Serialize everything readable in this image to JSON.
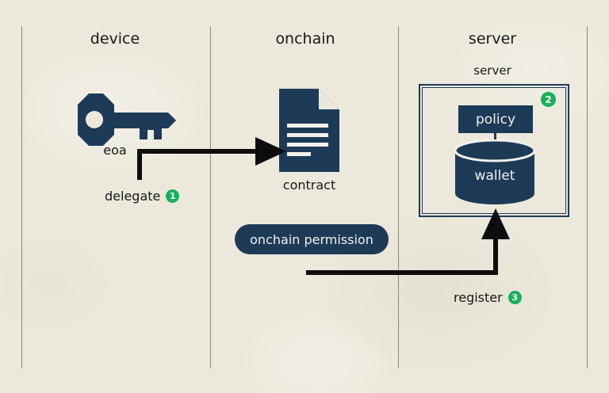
{
  "diagram": {
    "background_color": "#ece9dc",
    "accent_dark": "#1d3b57",
    "badge_color": "#16b259",
    "divider_color": "#8b8875",
    "lanes": [
      {
        "id": "device",
        "title": "device"
      },
      {
        "id": "onchain",
        "title": "onchain"
      },
      {
        "id": "server",
        "title": "server"
      }
    ],
    "groups": [
      {
        "id": "server-group",
        "title": "server"
      }
    ],
    "nodes": [
      {
        "id": "eoa",
        "label": "eoa",
        "icon": "key-icon"
      },
      {
        "id": "contract",
        "label": "contract",
        "icon": "document-icon"
      },
      {
        "id": "policy",
        "label": "policy",
        "icon": "policy-box"
      },
      {
        "id": "wallet",
        "label": "wallet",
        "icon": "database-cylinder-icon"
      }
    ],
    "pills": [
      {
        "id": "onchain-permission",
        "label": "onchain permission"
      }
    ],
    "edges": [
      {
        "id": "delegate",
        "label": "delegate",
        "badge": "1"
      },
      {
        "id": "register",
        "label": "register",
        "badge": "3"
      }
    ],
    "badges": [
      {
        "id": "badge-policy",
        "value": "2"
      }
    ]
  }
}
